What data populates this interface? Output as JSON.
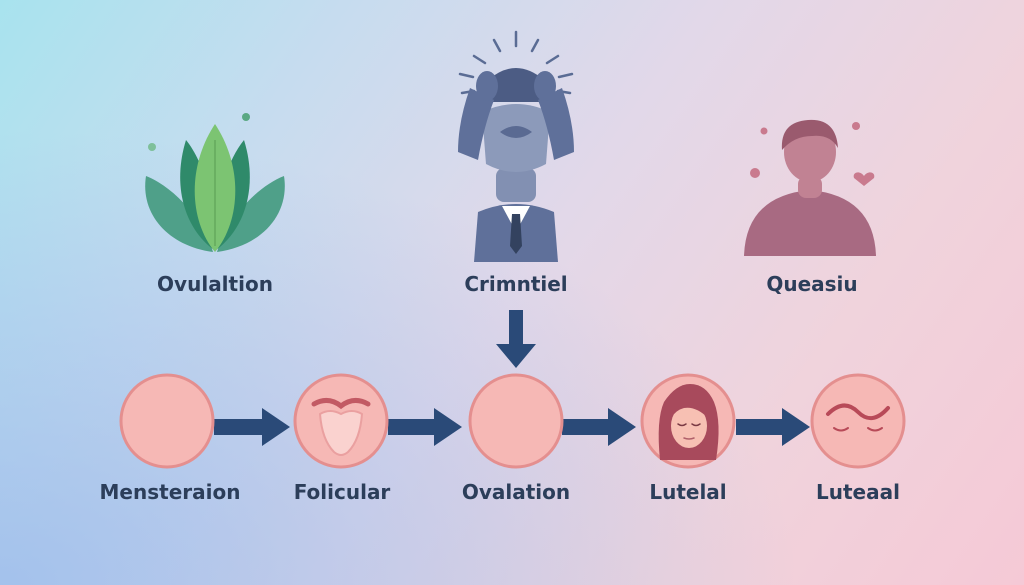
{
  "top_items": [
    {
      "label": "Ovulaltion",
      "icon": "leaf-cluster-icon"
    },
    {
      "label": "Crimntiel",
      "icon": "stressed-person-icon"
    },
    {
      "label": "Queasiu",
      "icon": "person-with-hearts-icon"
    }
  ],
  "stages": [
    {
      "label": "Mensteraion",
      "icon": "plain-circle-icon"
    },
    {
      "label": "Folicular",
      "icon": "uterus-icon"
    },
    {
      "label": "Ovalation",
      "icon": "plain-circle-icon"
    },
    {
      "label": "Lutelal",
      "icon": "woman-face-icon"
    },
    {
      "label": "Luteaal",
      "icon": "wave-lines-icon"
    }
  ],
  "colors": {
    "arrow": "#2a4a78",
    "circle_fill": "#f6b8b5",
    "circle_stroke": "#e48f8f",
    "label_text": "#2c3e5a"
  }
}
